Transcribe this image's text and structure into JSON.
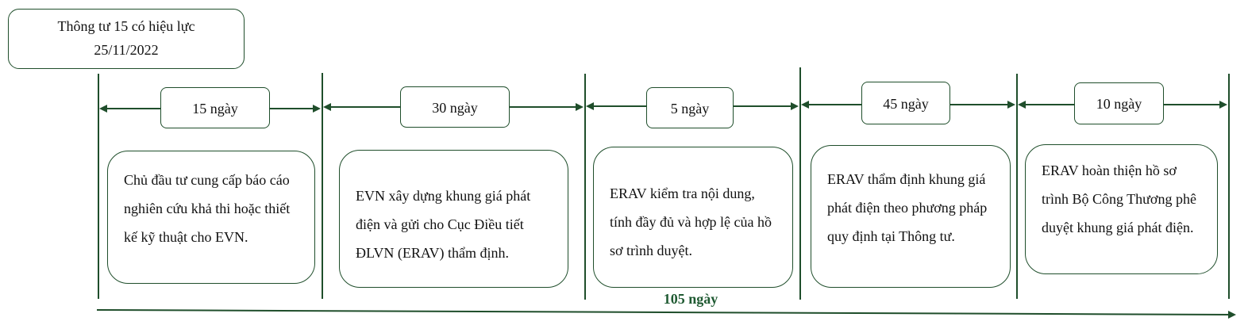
{
  "start": {
    "line1": "Thông tư 15 có hiệu lực",
    "line2": "25/11/2022"
  },
  "steps": [
    {
      "duration": "15 ngày",
      "description": "Chủ đầu tư cung cấp báo cáo nghiên cứu khả thi hoặc thiết kế kỹ thuật cho EVN."
    },
    {
      "duration": "30 ngày",
      "description": "EVN xây dựng khung giá phát điện và gửi cho Cục Điều tiết ĐLVN (ERAV) thẩm định."
    },
    {
      "duration": "5 ngày",
      "description": "ERAV kiểm tra nội dung, tính đầy đủ và hợp lệ của hồ sơ trình duyệt."
    },
    {
      "duration": "45 ngày",
      "description": "ERAV thẩm định khung giá phát điện theo phương pháp quy định tại Thông tư."
    },
    {
      "duration": "10 ngày",
      "description": "ERAV hoàn thiện hồ sơ trình Bộ Công Thương phê duyệt khung giá phát điện."
    }
  ],
  "total": "105 ngày",
  "colors": {
    "line": "#1f4e2b",
    "total_text": "#1f5a32"
  }
}
